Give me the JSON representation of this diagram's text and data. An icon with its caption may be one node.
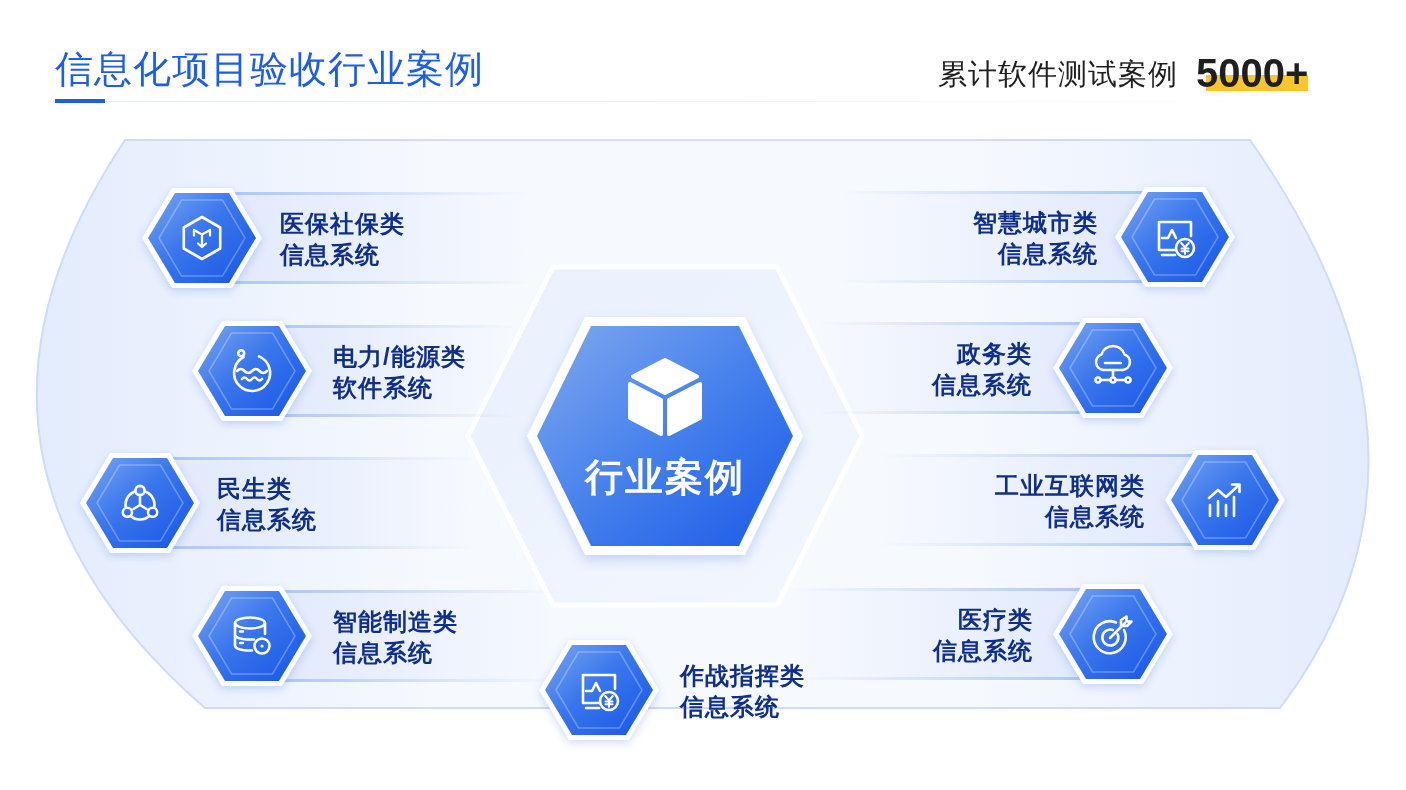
{
  "diagram": {
    "title": "信息化项目验收行业案例",
    "nodes": [
      {
        "text": [
          "医保社保类信息系统"
        ]
      },
      {
        "text": [
          "智慧城市类信息系统"
        ]
      },
      {
        "text": [
          "电力/能源类软件系统"
        ]
      },
      {
        "text": [
          "政务类信息系统"
        ]
      },
      {
        "text": [
          "行业案例"
        ]
      },
      {
        "text": [
          "民生类信息系统"
        ]
      },
      {
        "text": [
          "工业互联网类信息系统"
        ]
      },
      {
        "text": [
          "智能制造类信息系统"
        ]
      },
      {
        "text": [
          "医疗类信息系统"
        ]
      },
      {
        "text": [
          "作战指挥类信息系统"
        ]
      }
    ],
    "labels": [
      "累计软件测试案例",
      "5000+"
    ]
  }
}
